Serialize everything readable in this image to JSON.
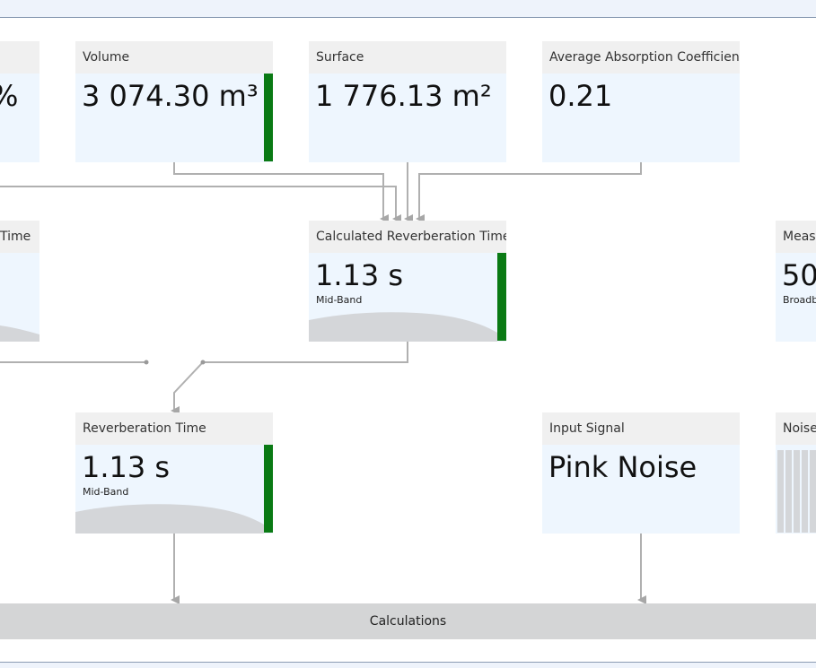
{
  "cards": {
    "partial_left": {
      "value": "%"
    },
    "volume": {
      "title": "Volume",
      "value": "3 074.30 m³"
    },
    "surface": {
      "title": "Surface",
      "value": "1 776.13 m²"
    },
    "absorption": {
      "title": "Average Absorption Coefficient",
      "value": "0.21"
    },
    "partial_left_rt": {
      "title": "Time"
    },
    "calc_rt": {
      "title": "Calculated Reverberation Time",
      "value": "1.13  s",
      "subtitle": "Mid-Band"
    },
    "measured": {
      "title": "Measu",
      "value": "50",
      "subtitle": "Broadb"
    },
    "rt": {
      "title": "Reverberation Time",
      "value": "1.13  s",
      "subtitle": "Mid-Band"
    },
    "input_signal": {
      "title": "Input Signal",
      "value": "Pink Noise"
    },
    "noise": {
      "title": "Noise"
    }
  },
  "calculations": {
    "label": "Calculations"
  },
  "colors": {
    "status_ok": "#0a7a14",
    "card_body": "#eef6fe",
    "card_header": "#f0f0f0",
    "wire": "#aaaaaa"
  }
}
